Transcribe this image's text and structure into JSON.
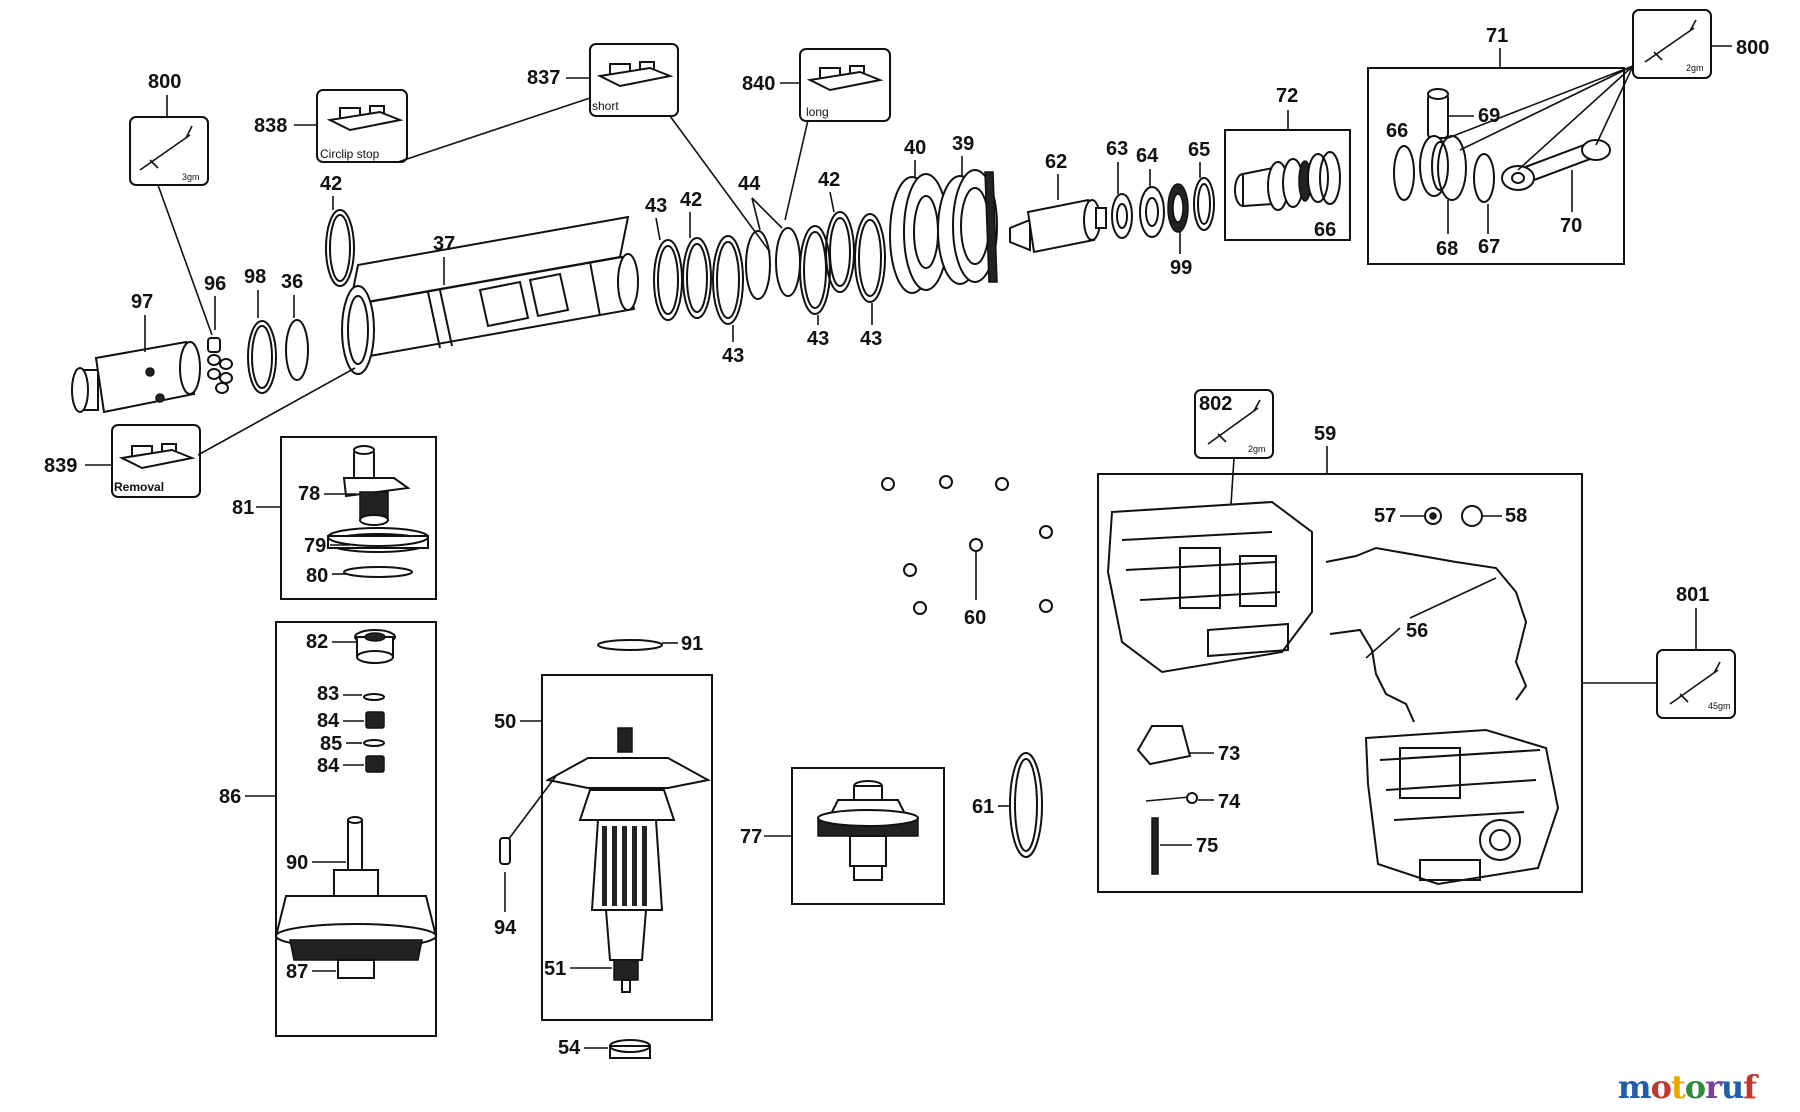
{
  "labels": {
    "800a": "800",
    "838": "838",
    "837": "837",
    "840": "840",
    "42a": "42",
    "37": "37",
    "96": "96",
    "98": "98",
    "36": "36",
    "97": "97",
    "839": "839",
    "43a": "43",
    "42b": "42",
    "44": "44",
    "42c": "42",
    "40": "40",
    "39": "39",
    "43b": "43",
    "43c": "43",
    "43d": "43",
    "62": "62",
    "63": "63",
    "64": "64",
    "65": "65",
    "99": "99",
    "72": "72",
    "66a": "66",
    "71": "71",
    "800b": "800",
    "66b": "66",
    "69": "69",
    "68": "68",
    "67": "67",
    "70": "70",
    "81": "81",
    "78": "78",
    "79": "79",
    "80": "80",
    "802": "802",
    "59": "59",
    "57": "57",
    "58": "58",
    "56": "56",
    "60": "60",
    "801": "801",
    "82": "82",
    "83": "83",
    "84a": "84",
    "85": "85",
    "84b": "84",
    "86": "86",
    "90": "90",
    "87": "87",
    "91": "91",
    "50": "50",
    "94": "94",
    "51": "51",
    "54": "54",
    "77": "77",
    "61": "61",
    "73": "73",
    "74": "74",
    "75": "75"
  },
  "tool_captions": {
    "circlip_stop": "Circlip stop",
    "short": "short",
    "long": "long",
    "removal": "Removal"
  },
  "grease_amounts": {
    "g800a": "3gm",
    "g800b": "2gm",
    "g802": "2gm",
    "g801": "45gm"
  },
  "watermark": {
    "text": "motoruf"
  },
  "icons": [
    "grease-tube-icon",
    "tool-fixture-icon"
  ]
}
